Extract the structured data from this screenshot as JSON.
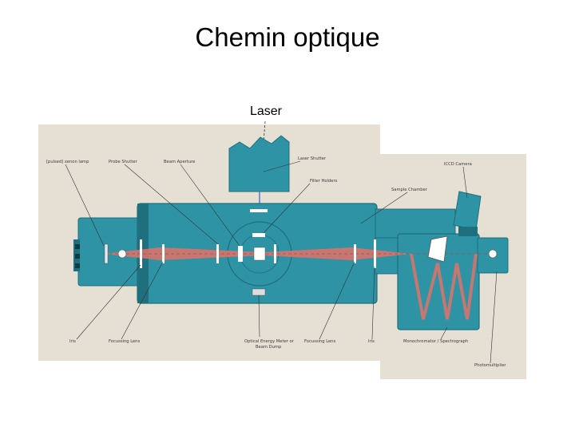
{
  "title": "Chemin optique",
  "diagram": {
    "top_label": "Laser",
    "labels": {
      "pulsed_xenon_lamp": "[pulsed] xenon lamp",
      "probe_shutter": "Probe Shutter",
      "beam_aperture": "Beam Aperture",
      "laser_shutter": "Laser Shutter",
      "filter_holders": "Filter Holders",
      "sample_chamber": "Sample Chamber",
      "iccd_camera": "ICCD Camera",
      "iris_left": "Iris",
      "focussing_lens_left": "Focussing Lens",
      "optical_energy_meter_1": "Optical Energy Meter or",
      "optical_energy_meter_2": "Beam Dump",
      "focussing_lens_right": "Focussing Lens",
      "iris_right": "Iris",
      "monochromator_spectrograph": "Monochromator / Spectrograph",
      "photomultiplier": "Photomultiplier"
    },
    "colors": {
      "panel": "#E5E0D3",
      "housing": "#2E93A4",
      "housing_dark": "#1F6F7E",
      "beam": "#E07268",
      "laser_beam": "#3B5FC7"
    }
  }
}
